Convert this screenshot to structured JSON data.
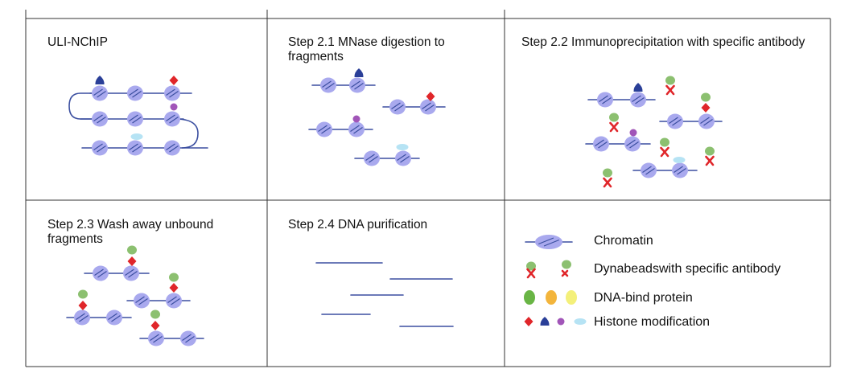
{
  "panels": [
    {
      "title": "ULI-NChIP"
    },
    {
      "title": "Step 2.1 MNase digestion to fragments"
    },
    {
      "title": "Step 2.2 Immunoprecipitation with specific antibody"
    },
    {
      "title": "Step 2.3 Wash away unbound fragments"
    },
    {
      "title": "Step 2.4 DNA purification"
    }
  ],
  "legend": [
    {
      "label": "Chromatin"
    },
    {
      "label": "Dynabeadswith specific antibody"
    },
    {
      "label": "DNA-bind protein"
    },
    {
      "label": "Histone modification"
    }
  ],
  "colors": {
    "nucleosome": "#a9a9ee",
    "dna": "#3b4fa0",
    "antibody": "#e0262a",
    "bead": "#8cc070",
    "blue_mod": "#2a3f98",
    "red_mod": "#e0262a",
    "purple_mod": "#a155b8",
    "cyan_mod": "#b6e3f4",
    "protein_green": "#69b545",
    "protein_orange": "#f3b53c",
    "protein_yellow": "#f4f07a"
  }
}
